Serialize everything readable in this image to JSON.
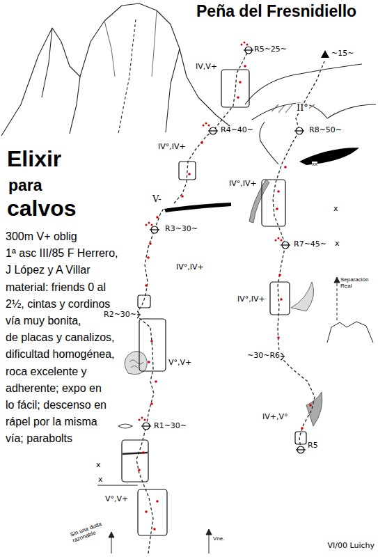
{
  "diagram": {
    "title": "Peña del Fresnidiello",
    "labels": [
      "Elixir",
      "para",
      "calvos",
      "300m V+ oblig",
      "1ª asc III/85 F Herrero,",
      "J López y A Villar",
      "material: friends 0 al",
      "2½, cintas y cordinos",
      "vía muy bonita,",
      "de placas y canalizos,",
      "dificultad homogénea,",
      "roca excelente y",
      "adherente; expo en",
      "lo fácil; descenso en",
      "rápel por la misma",
      "vía; parabolts",
      "R5~25~",
      "~15~",
      "IV,V+",
      "II°",
      "R4~40~",
      "R8~50~",
      "IV°,IV+",
      "xx",
      "IV°,IV+",
      "V-",
      "x",
      "R3~30~",
      "R7~45~",
      "x",
      "IV°,IV+",
      "Separación Real",
      "IV°,IV+",
      "R2~30~",
      "~30~R6",
      "V°,V+",
      "IV+,V°",
      "R1~30~",
      "R5",
      "x",
      "x",
      "V°,V+",
      "Sin una duda razonable",
      "Vne.",
      "VI/00 Luichy"
    ]
  }
}
